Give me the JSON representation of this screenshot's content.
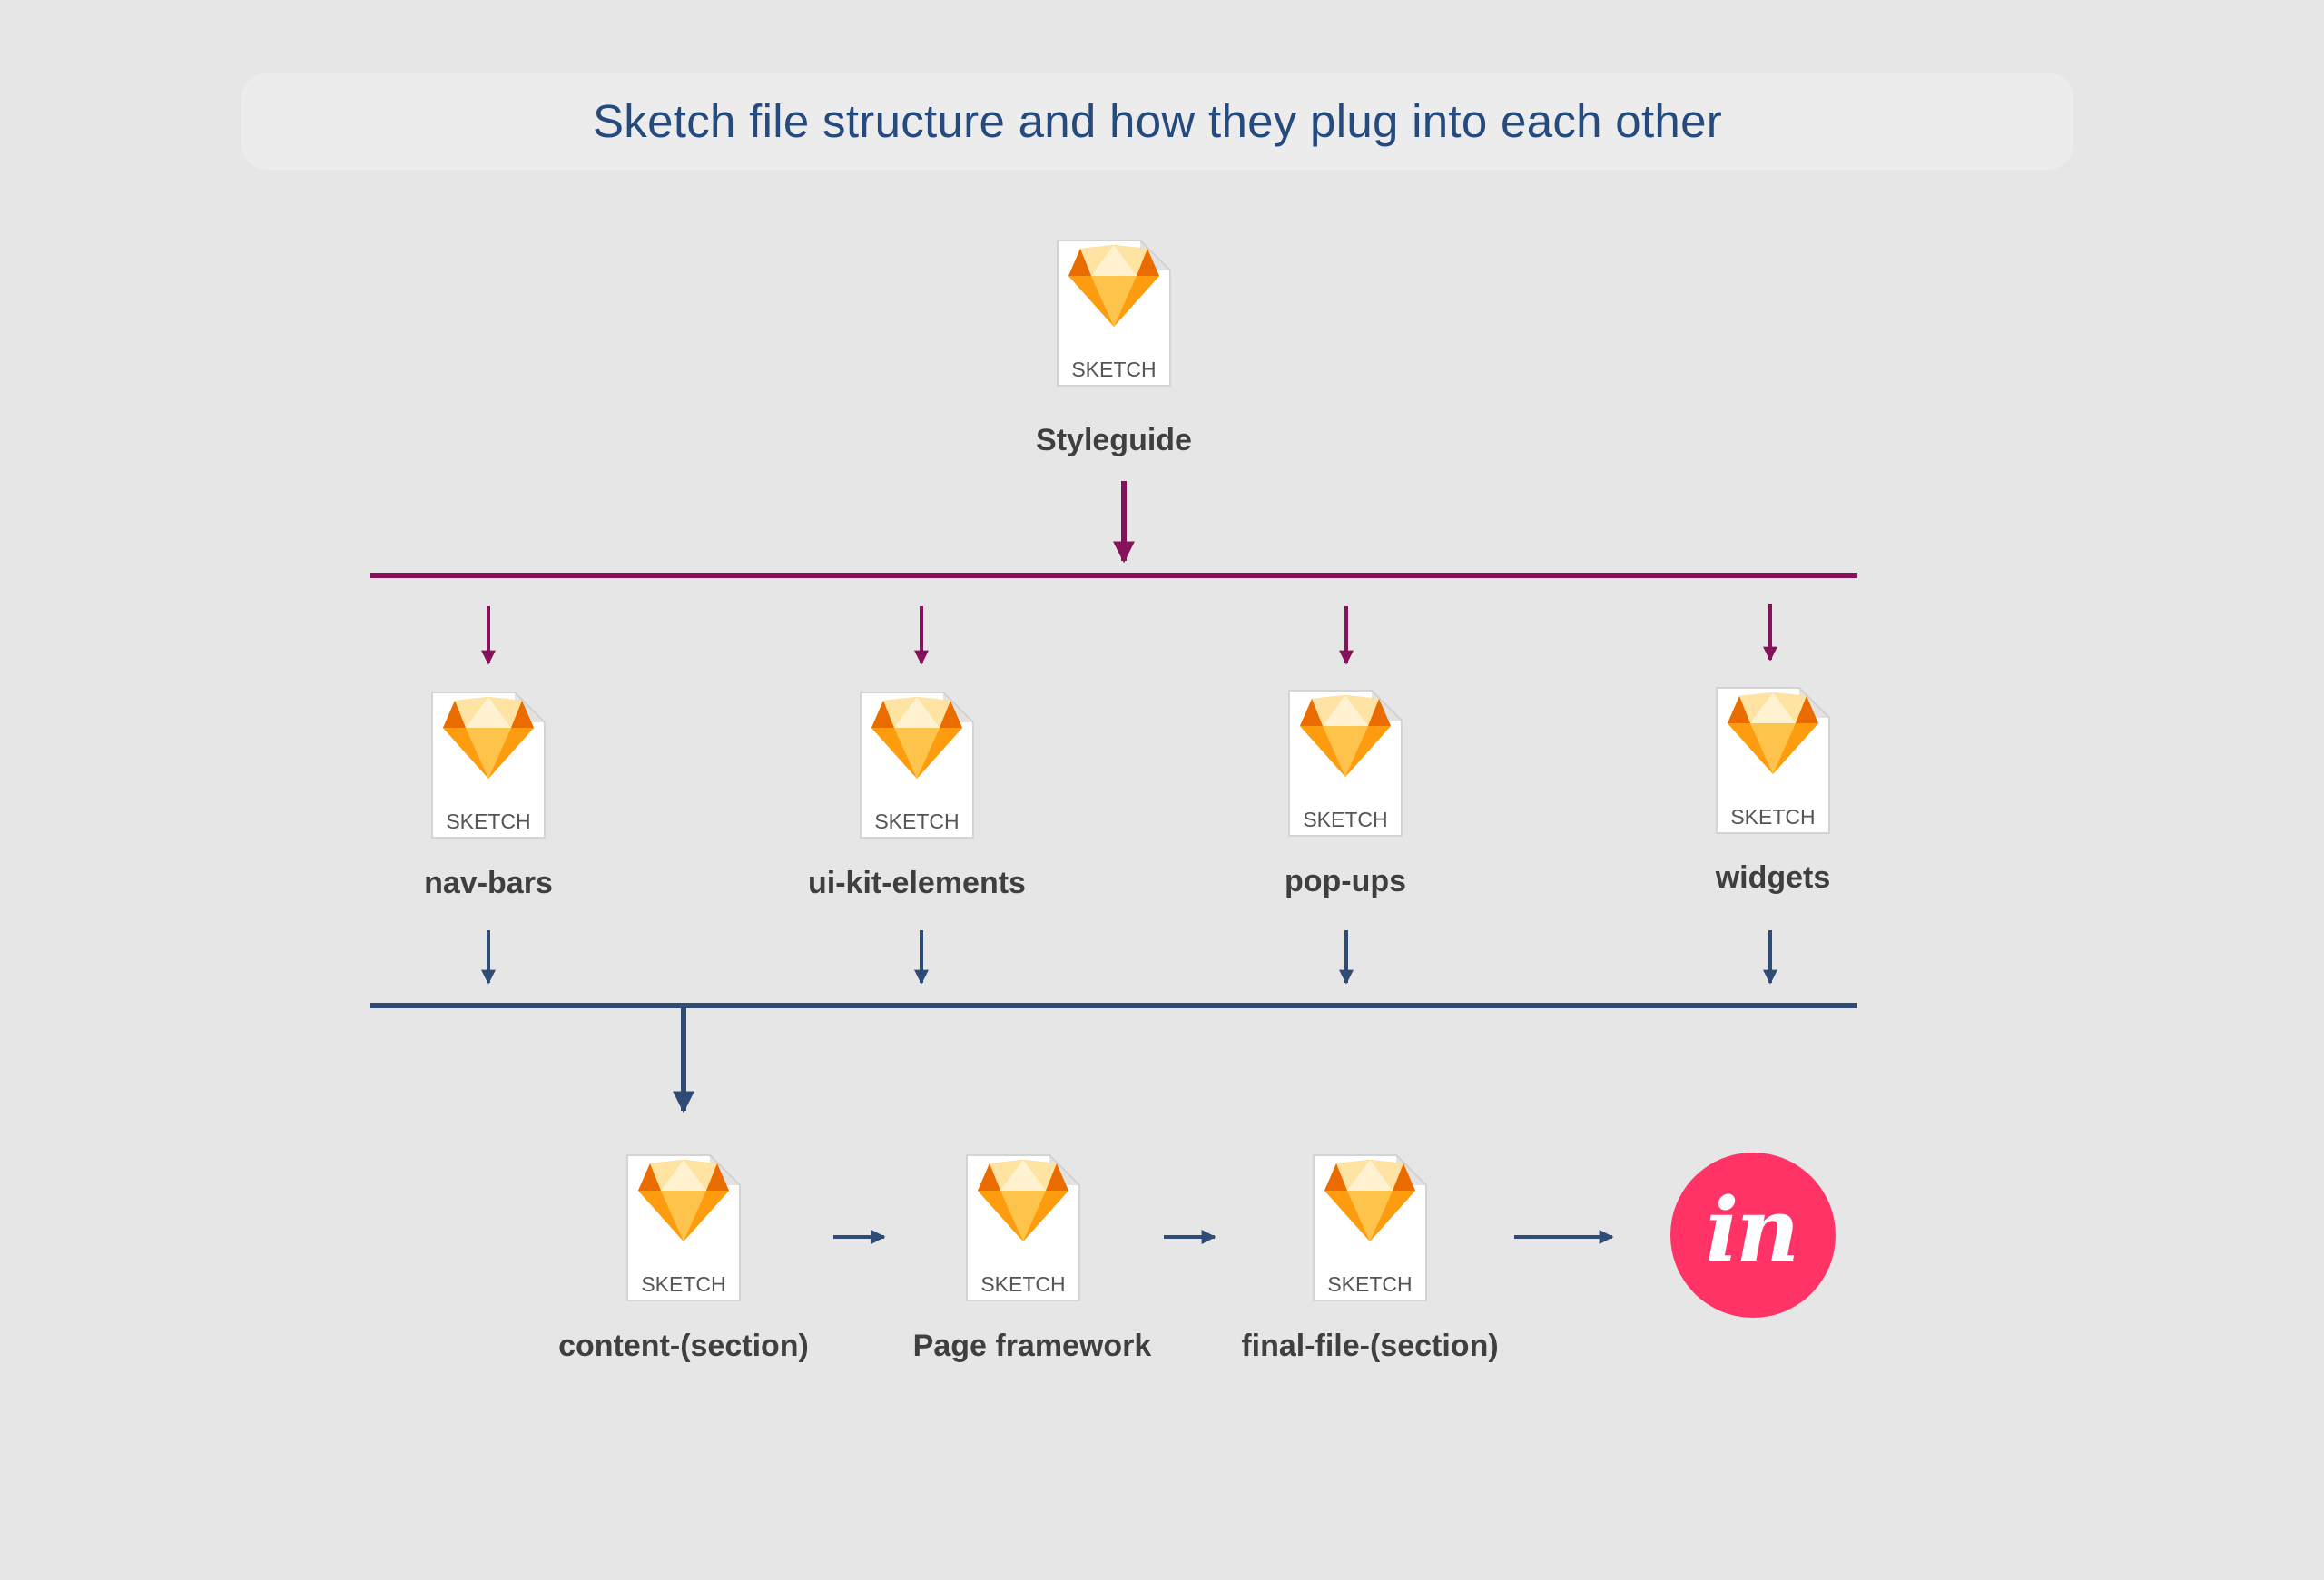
{
  "title": "Sketch file structure and how they plug into each other",
  "file_badge": "SKETCH",
  "colors": {
    "background": "#e6e6e6",
    "title": "#254a7e",
    "styleguide_bus": "#85135c",
    "components_bus": "#2e4c75",
    "invision": "#ff3366",
    "gem_orange": "#fd9c0e"
  },
  "nodes": {
    "styleguide": "Styleguide",
    "nav_bars": "nav-bars",
    "ui_kit": "ui-kit-elements",
    "pop_ups": "pop-ups",
    "widgets": "widgets",
    "content": "content-(section)",
    "page_framework": "Page framework",
    "final_file": "final-file-(section)"
  },
  "invision": {
    "logo_text": "in",
    "icon": "invision-logo"
  }
}
